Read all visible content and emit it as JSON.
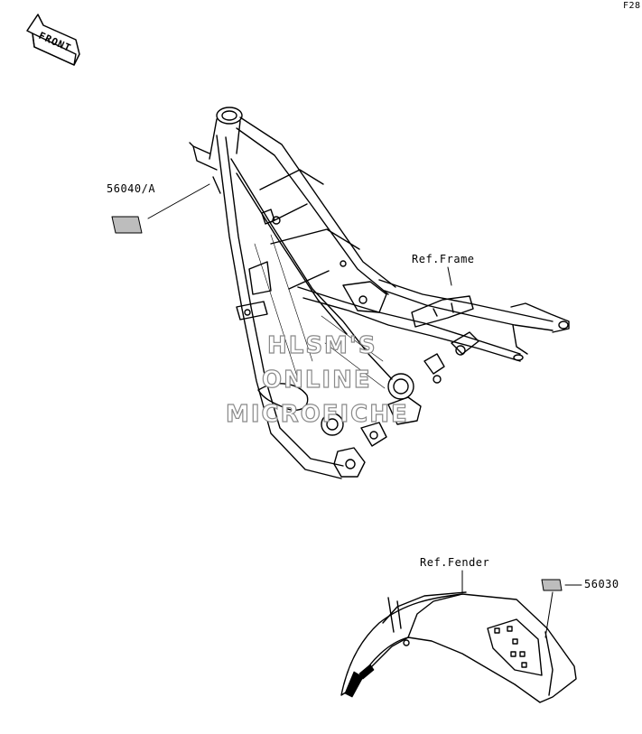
{
  "page_code": "F28",
  "front_arrow_label": "FRONT",
  "labels": {
    "part_56040": "56040/A",
    "ref_frame": "Ref.Frame",
    "ref_fender": "Ref.Fender",
    "part_56030": "56030"
  },
  "watermark": {
    "line1": "HLSM'S",
    "line2": "ONLINE",
    "line3": "MICROFICHE"
  },
  "colors": {
    "line": "#000000",
    "decal_fill": "#bdbdbd",
    "watermark_stroke": "#8a8a8a"
  }
}
